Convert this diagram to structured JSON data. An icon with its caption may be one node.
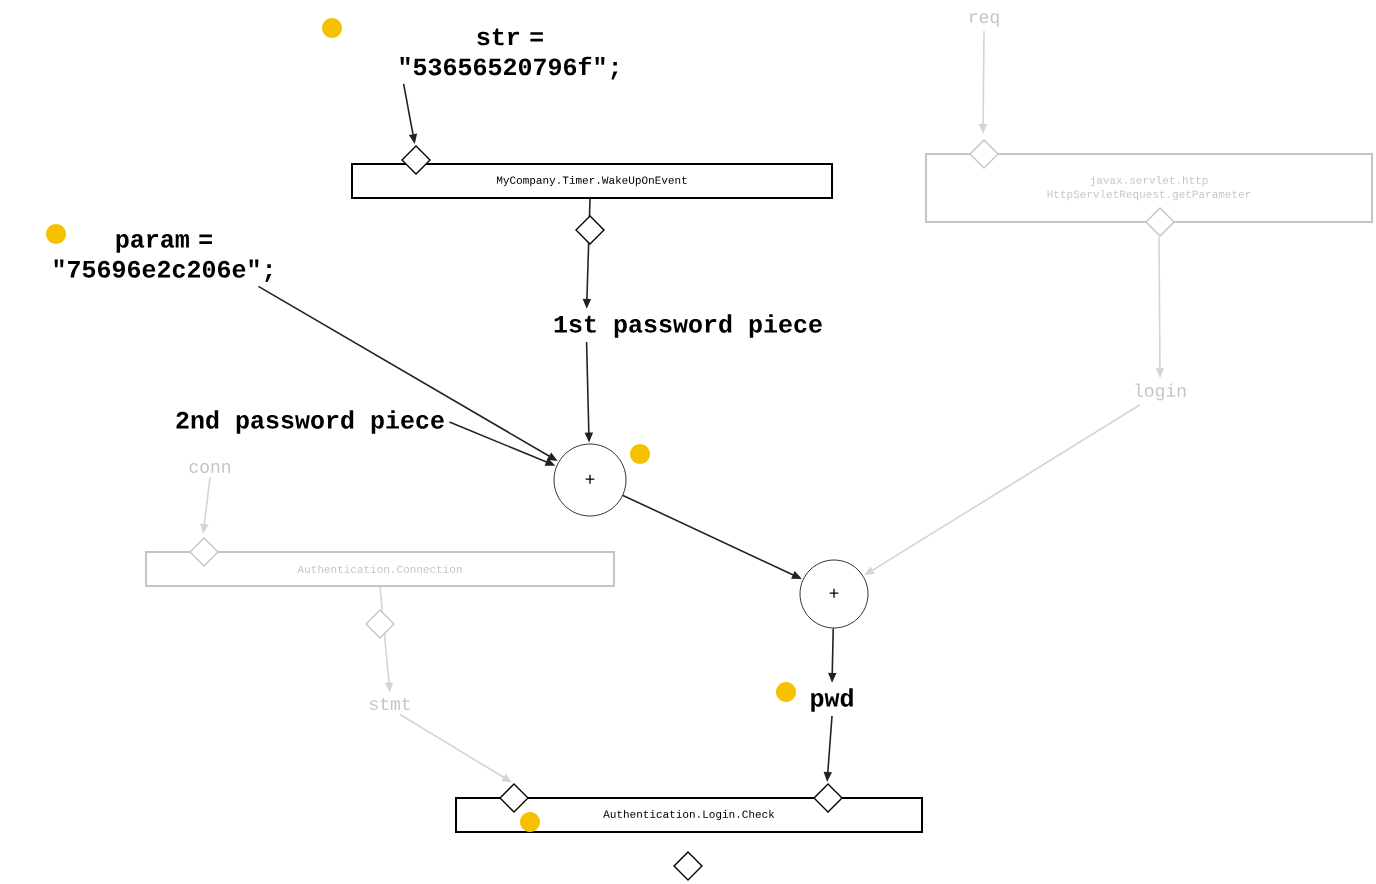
{
  "diagram": {
    "nodes": [
      {
        "text": [
          "str = \"53656520796f\";"
        ]
      },
      {
        "text": [
          "MyCompany.Timer.WakeUpOnEvent"
        ]
      },
      {
        "text": [
          "req"
        ]
      },
      {
        "text": [
          "javax.servlet.http HttpServletRequest.getParameter"
        ]
      },
      {
        "text": [
          "param = \"75696e2c206e\";"
        ]
      },
      {
        "text": [
          "1st password piece"
        ]
      },
      {
        "text": [
          "2nd password piece"
        ]
      },
      {
        "text": [
          "+"
        ]
      },
      {
        "text": [
          "login"
        ]
      },
      {
        "text": [
          "conn"
        ]
      },
      {
        "text": [
          "Authentication.Connection"
        ]
      },
      {
        "text": [
          "+"
        ]
      },
      {
        "text": [
          "stmt"
        ]
      },
      {
        "text": [
          "pwd"
        ]
      },
      {
        "text": [
          "Authentication.Login.Check"
        ]
      }
    ],
    "edges": [
      {
        "from": 0,
        "to": 1,
        "arrow": "to"
      },
      {
        "from": 1,
        "to": 5,
        "arrow": "to"
      },
      {
        "from": 2,
        "to": 3,
        "arrow": "to",
        "color": "#d4d4d4"
      },
      {
        "from": 4,
        "to": 7,
        "arrow": "to"
      },
      {
        "from": 5,
        "to": 7,
        "arrow": "to"
      },
      {
        "from": 6,
        "to": 7,
        "arrow": "to"
      },
      {
        "from": 3,
        "to": 8,
        "arrow": "to",
        "color": "#d4d4d4"
      },
      {
        "from": 8,
        "to": 11,
        "arrow": "to",
        "color": "#d4d4d4"
      },
      {
        "from": 7,
        "to": 11,
        "arrow": "to"
      },
      {
        "from": 9,
        "to": 10,
        "arrow": "to",
        "color": "#d4d4d4"
      },
      {
        "from": 10,
        "to": 12,
        "arrow": "to",
        "color": "#d4d4d4"
      },
      {
        "from": 12,
        "to": 14,
        "arrow": "to",
        "color": "#d4d4d4"
      },
      {
        "from": 11,
        "to": 13,
        "arrow": "to"
      },
      {
        "from": 13,
        "to": 14,
        "arrow": "to"
      }
    ]
  }
}
